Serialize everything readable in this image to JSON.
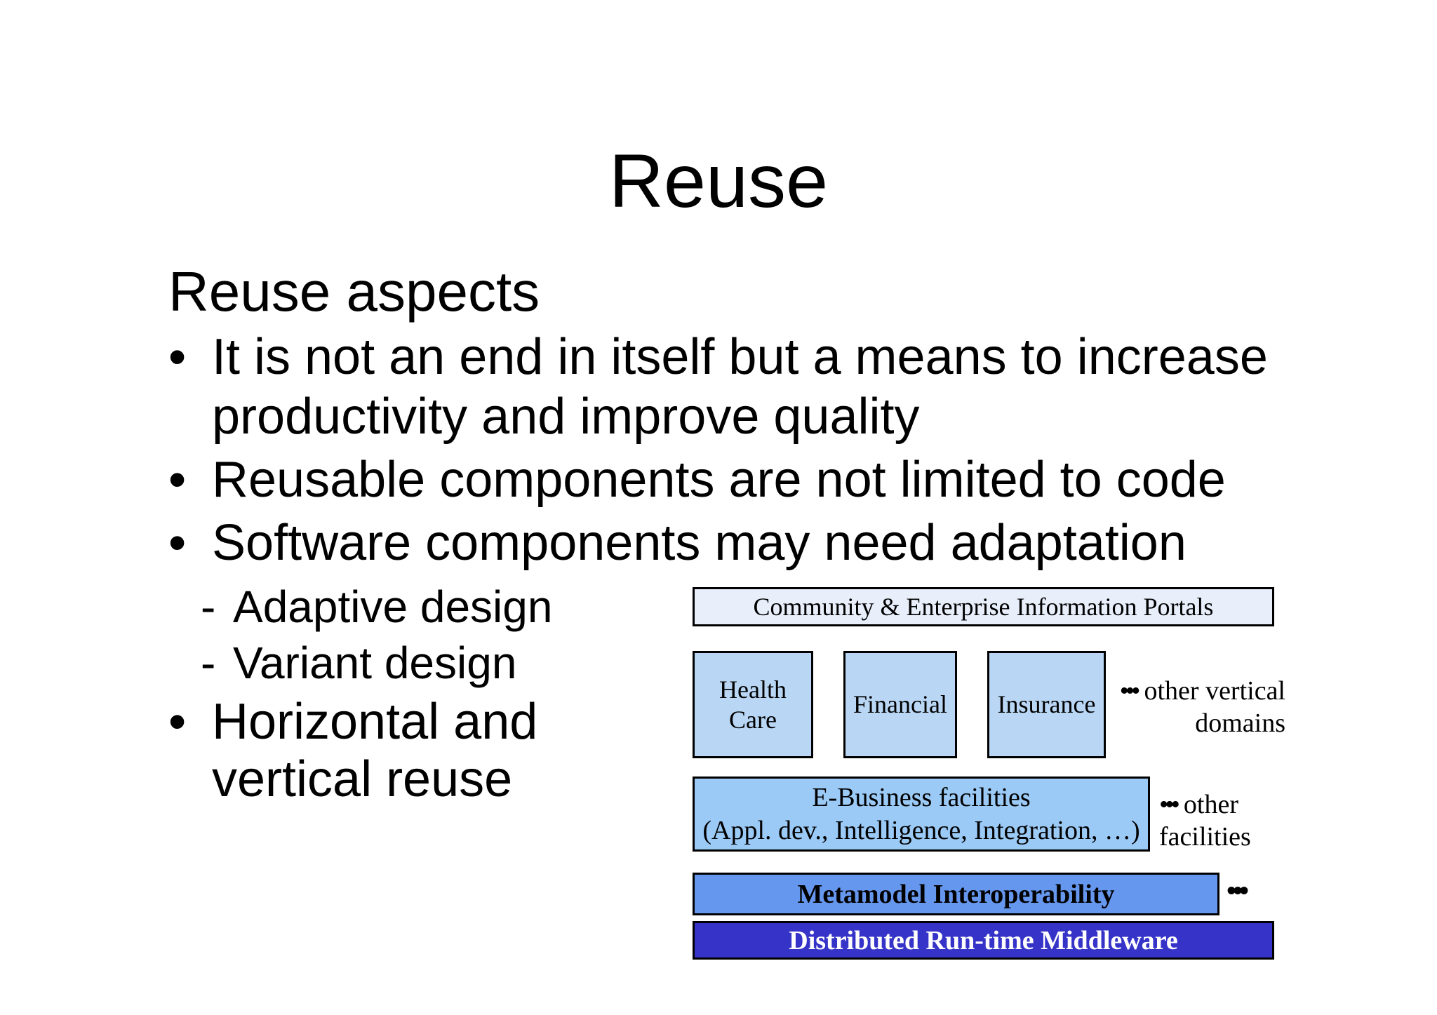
{
  "title": "Reuse",
  "content": {
    "heading": "Reuse aspects",
    "bullet_marker": "•",
    "dash_marker": "-",
    "bullet1_line1": "It is not an end in itself but a means to increase",
    "bullet1_line2": "productivity and improve quality",
    "bullet2": "Reusable components are not limited to code",
    "bullet3": "Software components may need adaptation",
    "sub_bullet1": "Adaptive design",
    "sub_bullet2": "Variant design",
    "bullet4_line1": "Horizontal and",
    "bullet4_line2": "vertical reuse"
  },
  "diagram": {
    "portals_label": "Community & Enterprise Information Portals",
    "domain_boxes": [
      "Health Care",
      "Financial",
      "Insurance"
    ],
    "other_vertical_dots": "•••",
    "other_vertical_line1": "other vertical",
    "other_vertical_line2": "domains",
    "ebusiness_line1": "E-Business facilities",
    "ebusiness_line2": "(Appl. dev., Intelligence, Integration, …)",
    "other_facilities_dots": "•••",
    "other_facilities_line1": "other",
    "other_facilities_line2": "facilities",
    "metamodel_label": "Metamodel Interoperability",
    "metamodel_dots": "•••",
    "middleware_label": "Distributed Run-time Middleware"
  },
  "colors": {
    "portal-fill": "#e8effb",
    "domain-fill": "#b9d7f5",
    "ebusiness-fill": "#9bcaf6",
    "metamodel-fill": "#6697ee",
    "middleware-fill": "#3634c8",
    "middleware-text": "#ffffff",
    "border": "#000000",
    "text": "#000000",
    "background": "#ffffff"
  }
}
